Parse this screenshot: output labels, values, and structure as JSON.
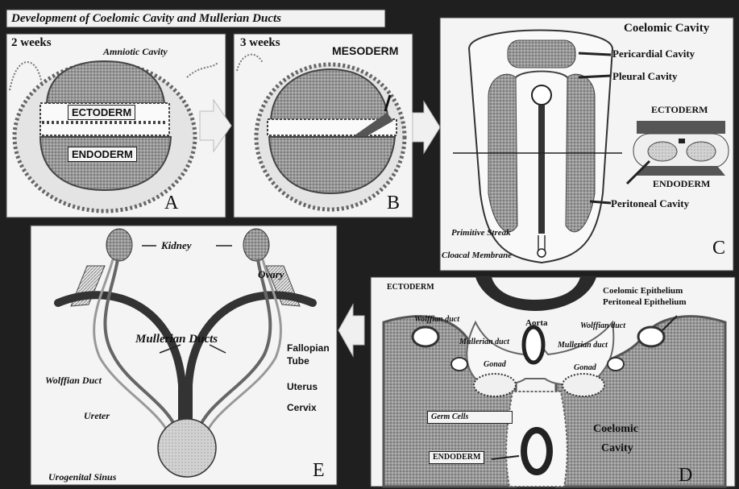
{
  "title": "Development of Coelomic Cavity and Mullerian Ducts",
  "panels": {
    "a": {
      "letter": "A",
      "age": "2 weeks",
      "amniotic": "Amniotic Cavity",
      "ectoderm": "ECTODERM",
      "endoderm": "ENDODERM"
    },
    "b": {
      "letter": "B",
      "age": "3 weeks",
      "mesoderm": "MESODERM"
    },
    "c": {
      "letter": "C",
      "heading": "Coelomic Cavity",
      "pericardial": "Pericardial Cavity",
      "pleural": "Pleural Cavity",
      "ectoderm": "ECTODERM",
      "endoderm": "ENDODERM",
      "peritoneal": "Peritoneal Cavity",
      "primitive_streak": "Primitive Streak",
      "cloacal": "Cloacal Membrane"
    },
    "d": {
      "letter": "D",
      "ectoderm": "ECTODERM",
      "coelomic_epithelium": "Coelomic Epithelium",
      "peritoneal_epithelium": "Peritoneal Epithelium",
      "wolffian_left": "Wolffian duct",
      "wolffian_right": "Wolffian duct",
      "aorta": "Aorta",
      "mullerian_left": "Mullerian duct",
      "mullerian_right": "Mullerian duct",
      "gonad_left": "Gonad",
      "gonad_right": "Gonad",
      "germ_cells": "Germ Cells",
      "endoderm": "ENDODERM",
      "coelomic": "Coelomic",
      "cavity": "Cavity"
    },
    "e": {
      "letter": "E",
      "kidney": "Kidney",
      "ovary": "Ovary",
      "mullerian": "Mullerian Ducts",
      "fallopian": "Fallopian",
      "tube": "Tube",
      "uterus": "Uterus",
      "cervix": "Cervix",
      "wolffian": "Wolffian Duct",
      "ureter": "Ureter",
      "urogenital": "Urogenital Sinus"
    }
  },
  "colors": {
    "background": "#1f1f1f",
    "panel": "#f5f5f5",
    "dotted": "#b8b8b8",
    "arrow": "#f0f0f0",
    "duct": "#333333"
  }
}
